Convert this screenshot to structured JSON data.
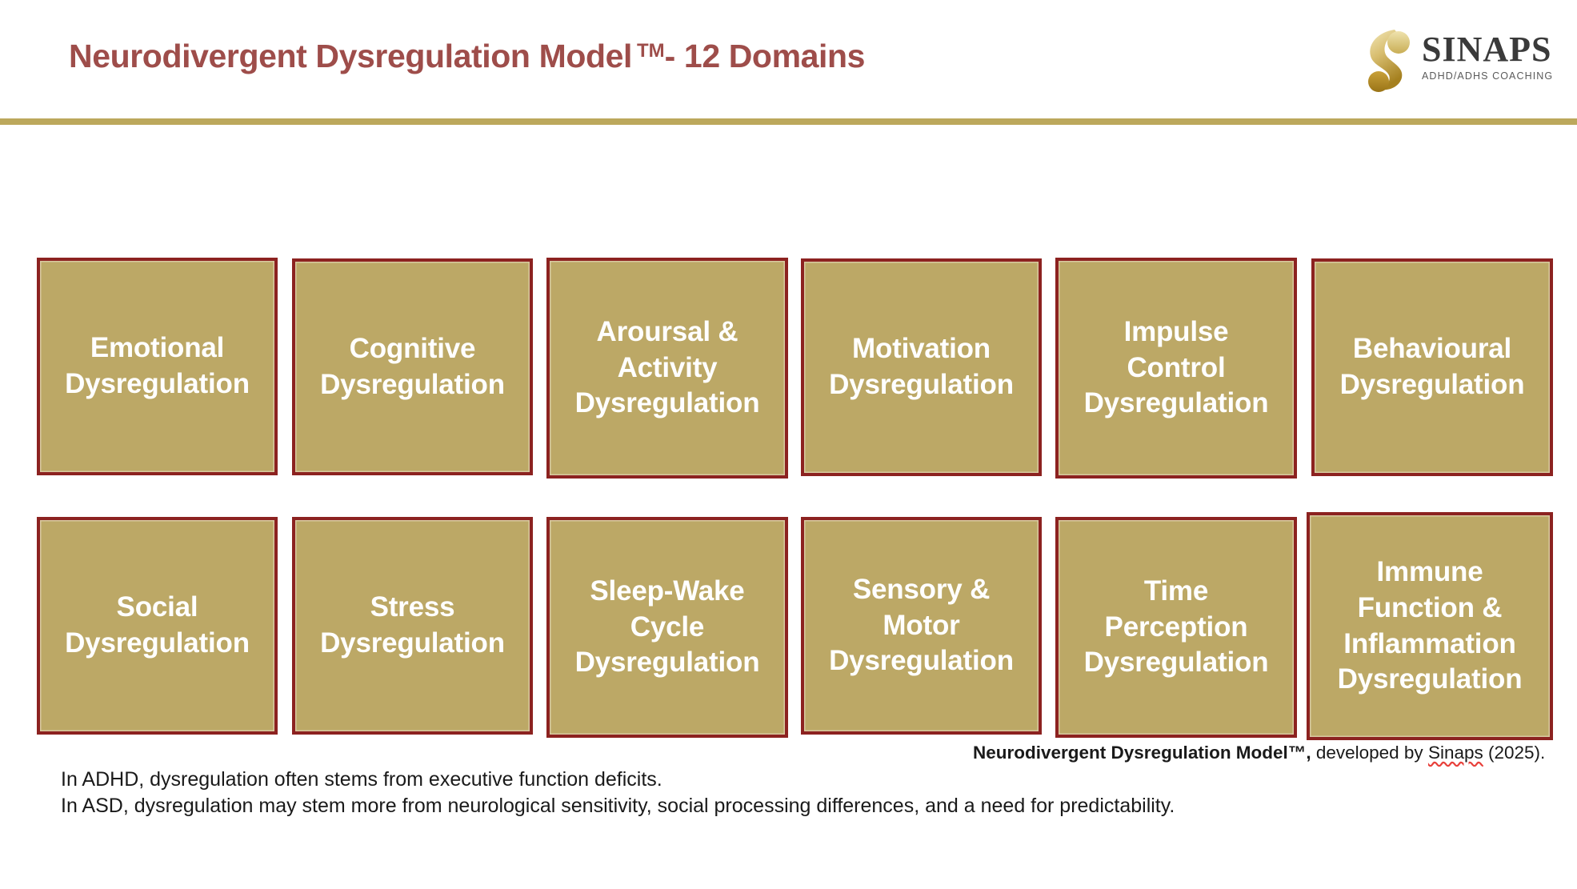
{
  "header": {
    "title_main": "Neurodivergent Dysregulation Model",
    "title_tm": "TM",
    "title_suffix": "- 12 Domains",
    "rule_color": "#BCA85C",
    "title_color": "#9E4D4A"
  },
  "logo": {
    "mark_name": "sinaps-figure-mark",
    "name": "SINAPS",
    "tagline": "ADHD/ADHS COACHING",
    "gold_light": "#E8D89A",
    "gold_dark": "#B08C28"
  },
  "grid": {
    "box_fill": "#BCA866",
    "box_border": "#8C2220",
    "box_text_color": "#FFFFFF",
    "rows": [
      {
        "boxes": [
          {
            "label": "Emotional\nDysregulation",
            "lines": 2
          },
          {
            "label": "Cognitive\nDysregulation",
            "lines": 2
          },
          {
            "label": "Aroursal &\nActivity\nDysregulation",
            "lines": 3
          },
          {
            "label": "Motivation\nDysregulation",
            "lines": 2
          },
          {
            "label": "Impulse\nControl\nDysregulation",
            "lines": 3
          },
          {
            "label": "Behavioural\nDysregulation",
            "lines": 2
          }
        ]
      },
      {
        "boxes": [
          {
            "label": "Social\nDysregulation",
            "lines": 2
          },
          {
            "label": "Stress\nDysregulation",
            "lines": 2
          },
          {
            "label": "Sleep-Wake\nCycle\nDysregulation",
            "lines": 3
          },
          {
            "label": "Sensory &\nMotor\nDysregulation",
            "lines": 3
          },
          {
            "label": "Time\nPerception\nDysregulation",
            "lines": 3
          },
          {
            "label": "Immune\nFunction &\nInflammation\nDysregulation",
            "lines": 4
          }
        ]
      }
    ]
  },
  "attribution": {
    "model_name": "Neurodivergent Dysregulation Model™",
    "separator": ",",
    "developed_by": " developed by ",
    "company": "Sinaps",
    "year": " (2025)."
  },
  "notes": {
    "line1": "In ADHD, dysregulation often stems from executive function deficits.",
    "line2": "In ASD, dysregulation may stem more from neurological sensitivity, social processing differences, and a need for predictability."
  }
}
